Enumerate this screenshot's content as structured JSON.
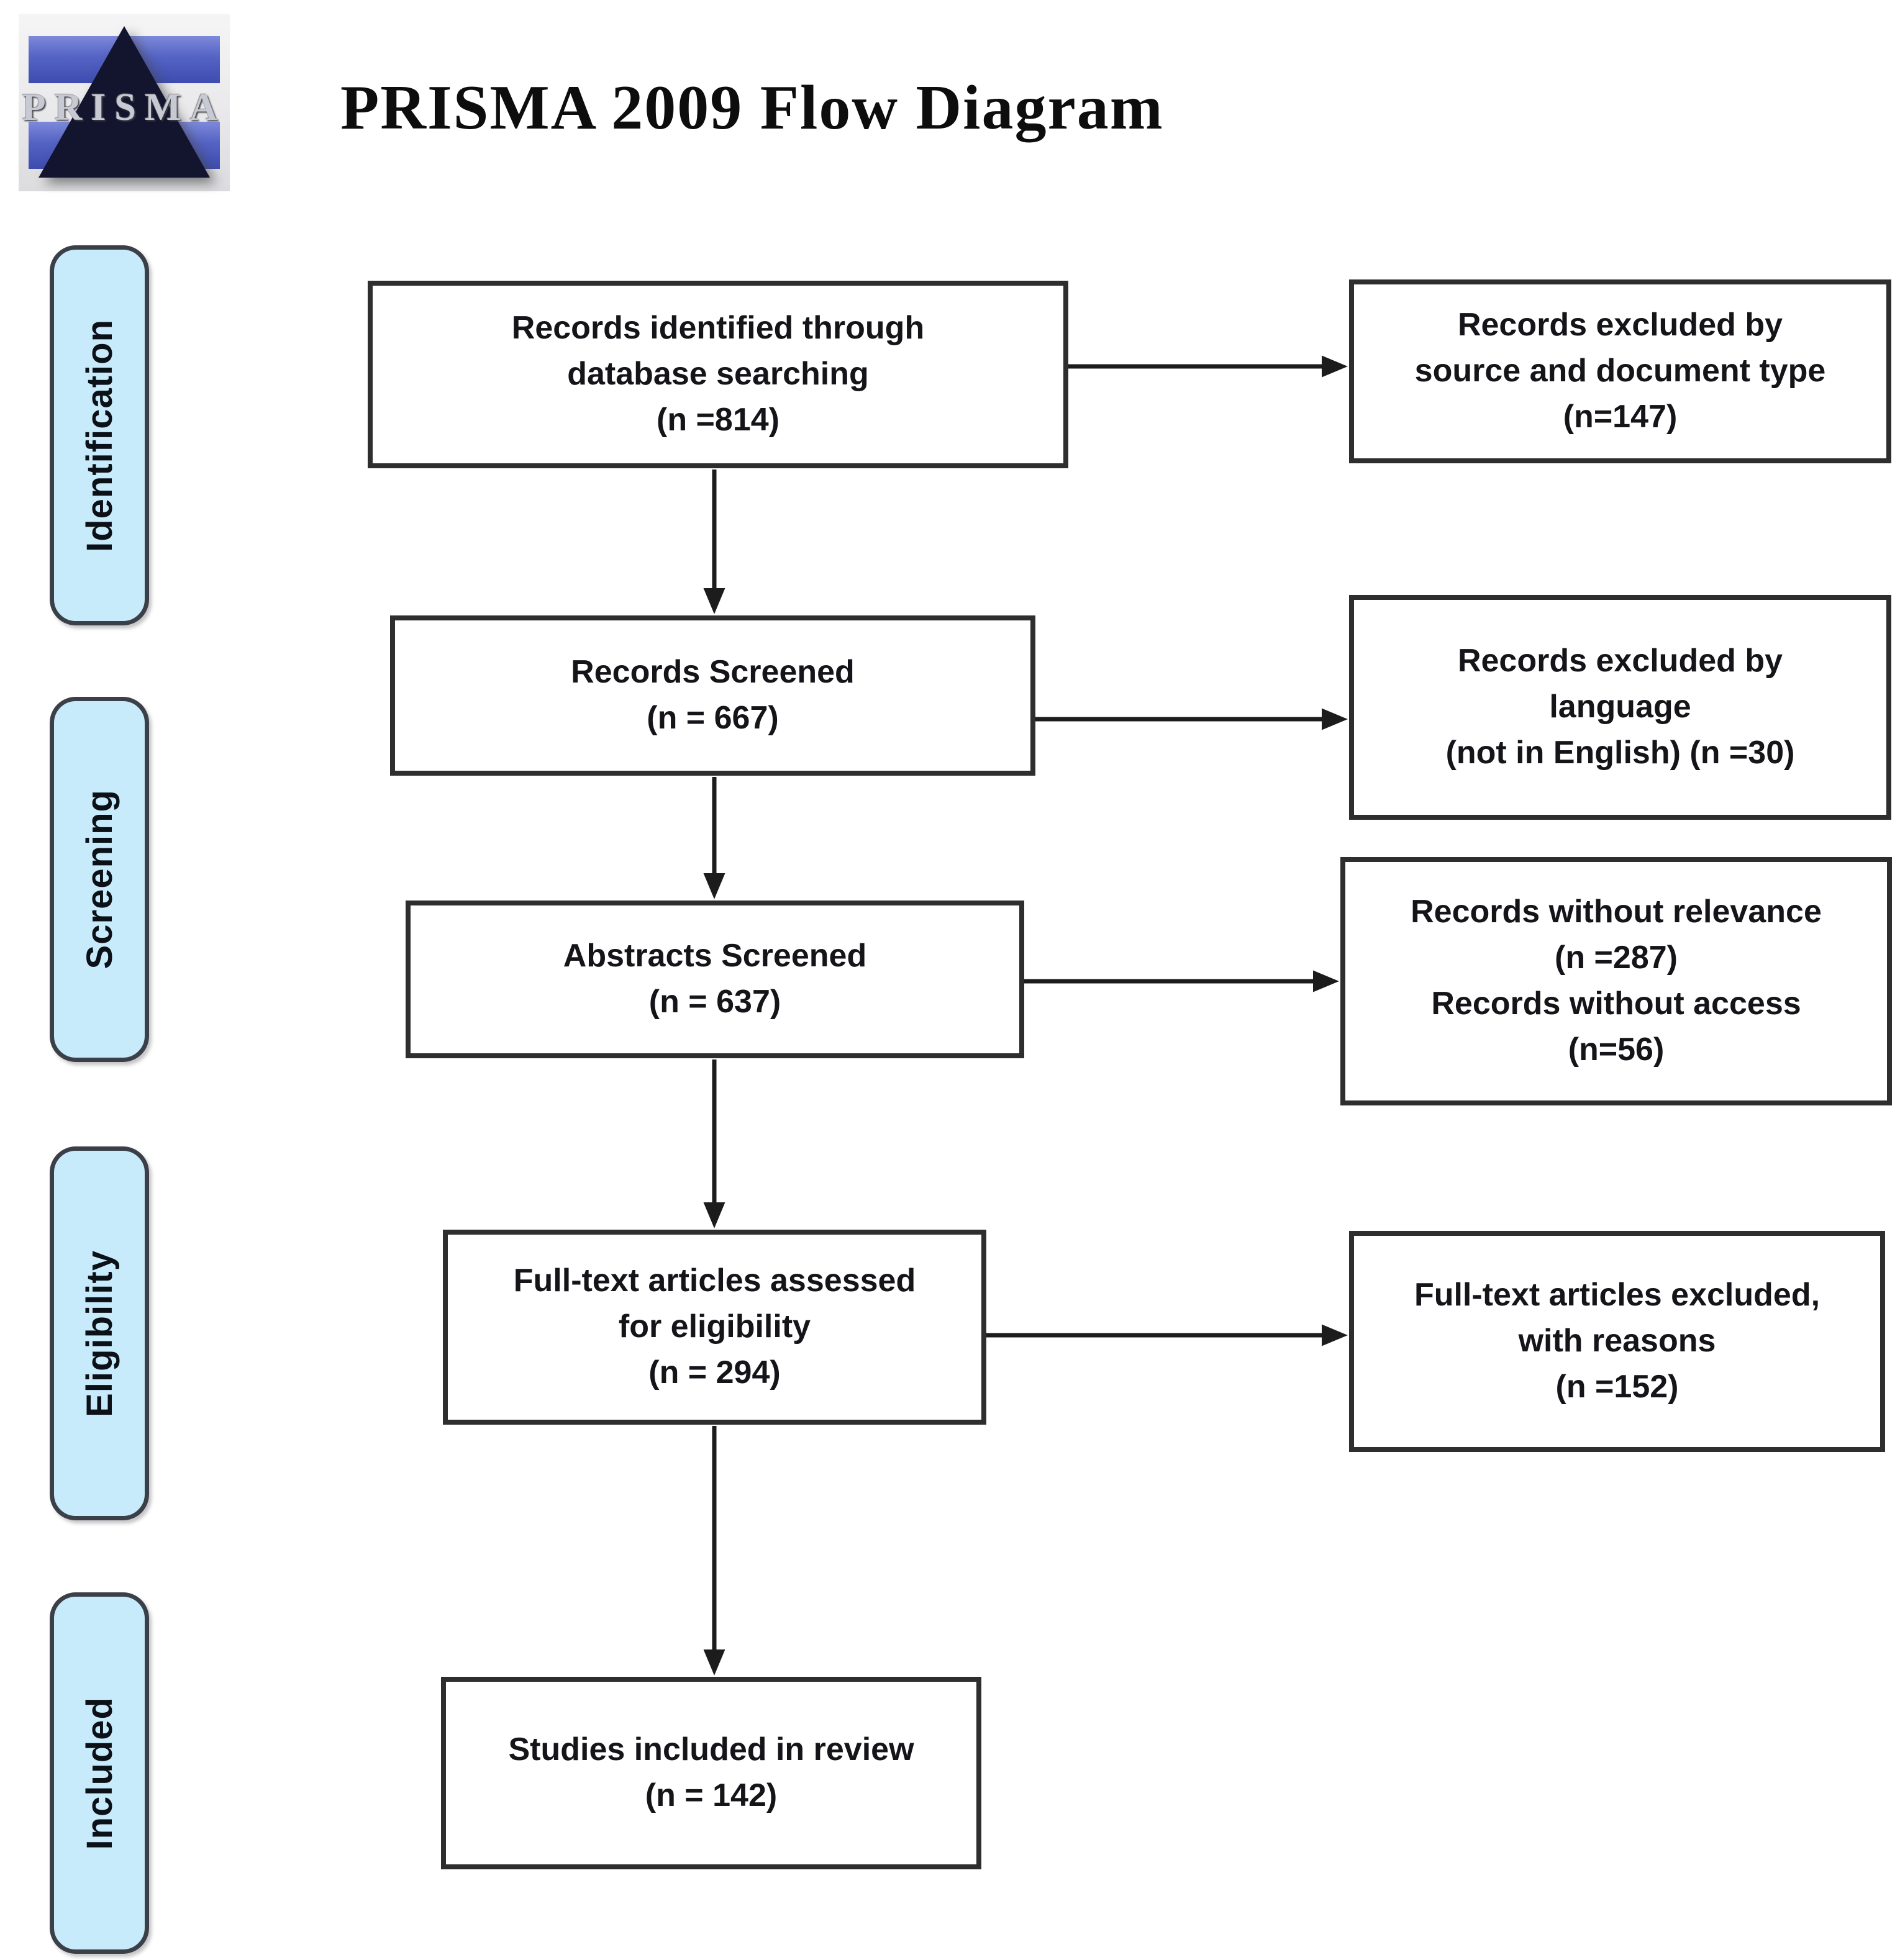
{
  "title": "PRISMA 2009 Flow Diagram",
  "logo": {
    "text": "PRISMA"
  },
  "stages": [
    {
      "label": "Identification"
    },
    {
      "label": "Screening"
    },
    {
      "label": "Eligibility"
    },
    {
      "label": "Included"
    }
  ],
  "main_boxes": [
    {
      "text": "Records identified through\ndatabase searching\n(n =814)"
    },
    {
      "text": "Records Screened\n(n = 667)"
    },
    {
      "text": "Abstracts Screened\n(n = 637)"
    },
    {
      "text": "Full-text articles assessed\nfor eligibility\n(n = 294)"
    },
    {
      "text": "Studies included in review\n(n = 142)"
    }
  ],
  "exclusion_boxes": [
    {
      "text": "Records excluded by\nsource and document type\n(n=147)"
    },
    {
      "text": "Records excluded by\nlanguage\n(not in English) (n =30)"
    },
    {
      "text": "Records without relevance\n(n =287)\nRecords without access\n(n=56)"
    },
    {
      "text": "Full-text articles excluded,\nwith reasons\n(n =152)"
    }
  ],
  "colors": {
    "stage_fill": "#c8ebfc",
    "stage_border": "#3b4048",
    "box_border": "#2e2e2e",
    "arrow": "#1c1c1c",
    "logo_blue": "#5463c4",
    "logo_triangle": "#13152f",
    "background": "#ffffff"
  }
}
